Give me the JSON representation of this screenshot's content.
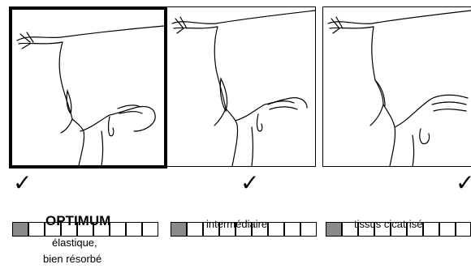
{
  "panels": [
    {
      "name": "panel-optimum",
      "selected": true
    },
    {
      "name": "panel-intermediate",
      "selected": false
    },
    {
      "name": "panel-scar-tissue",
      "selected": false
    }
  ],
  "checkmark": "✓",
  "scales": [
    {
      "title": "OPTIMUM",
      "subtitle_line1": "élastique,",
      "subtitle_line2": "bien résorbé",
      "cells": 9,
      "filled": 1
    },
    {
      "title": "intermédiaire",
      "cells": 9,
      "filled": 1
    },
    {
      "title": "tissus cicatrisé",
      "cells": 9,
      "filled": 1
    }
  ],
  "colors": {
    "filled_cell": "#8a8a8a",
    "border": "#000000"
  },
  "icons": [
    "checkmark-icon",
    "udder-illustration-icon"
  ]
}
